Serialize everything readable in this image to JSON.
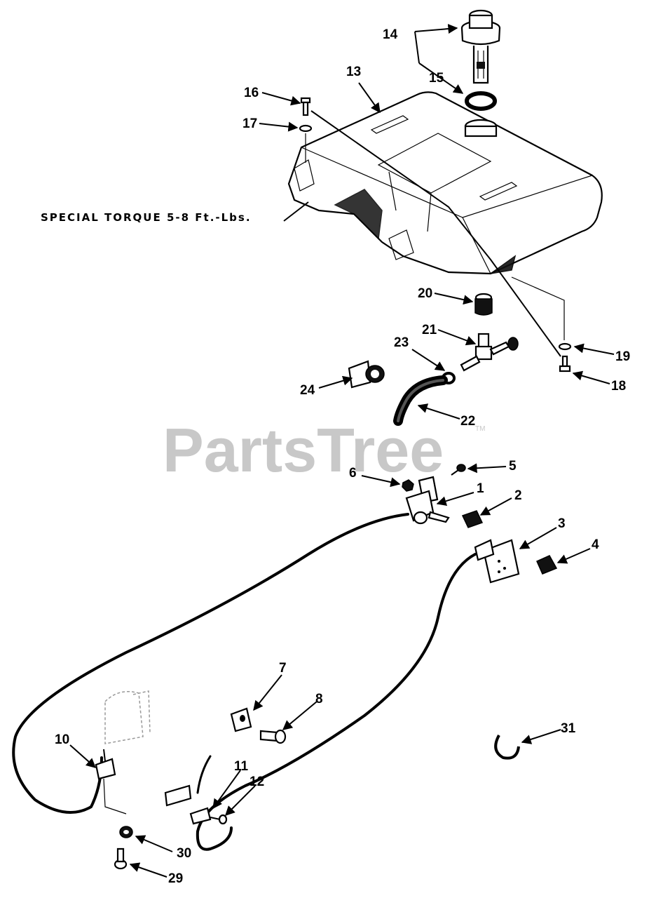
{
  "note": "SPECIAL TORQUE 5-8 Ft.-Lbs.",
  "watermark": "PartsTree",
  "watermark_tm": "TM",
  "callouts": {
    "c1": "1",
    "c2": "2",
    "c3": "3",
    "c4": "4",
    "c5": "5",
    "c6": "6",
    "c7": "7",
    "c8": "8",
    "c10": "10",
    "c11": "11",
    "c12": "12",
    "c13": "13",
    "c14": "14",
    "c15": "15",
    "c16": "16",
    "c17": "17",
    "c18": "18",
    "c19": "19",
    "c20": "20",
    "c21": "21",
    "c22": "22",
    "c23": "23",
    "c24": "24",
    "c29": "29",
    "c30": "30",
    "c31": "31"
  }
}
